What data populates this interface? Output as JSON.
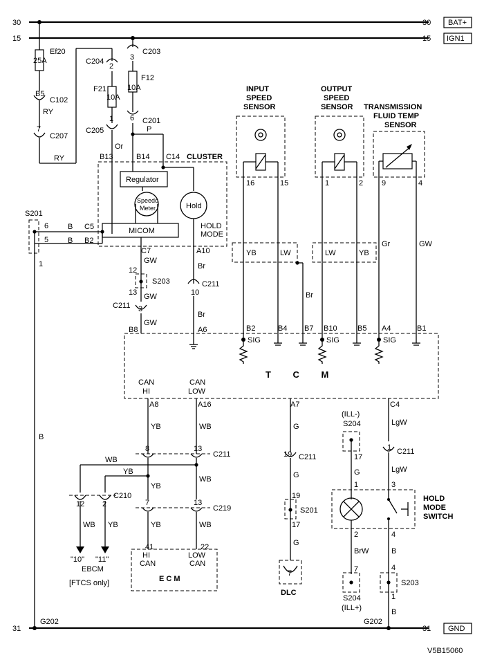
{
  "rails": {
    "bat_num": "30",
    "ign_num": "15",
    "gnd_num": "31",
    "bat_label": "BAT+",
    "ign_label": "IGN1",
    "gnd_label": "GND"
  },
  "fuses": {
    "ef20": "Ef20",
    "ef20_amp": "25A",
    "f12": "F12",
    "f12_amp": "10A",
    "f21": "F21",
    "f21_amp": "10A"
  },
  "connectors": {
    "c203": "C203",
    "c203_pin": "3",
    "c204": "C204",
    "c204_pin": "2",
    "c102": "C102",
    "c102_pin": "B5",
    "c207": "C207",
    "c207_pin": "7",
    "c201": "C201",
    "c201_pin": "6",
    "c205": "C205",
    "c205_pin": "1",
    "s201": "S201",
    "c5": "C5",
    "b2": "B2",
    "pin6": "6",
    "pin5": "5",
    "pin1": "1",
    "c7": "C7",
    "a10": "A10",
    "s203": "S203",
    "s203_p12": "12",
    "s203_p13": "13",
    "c211": "C211",
    "c211_p10": "10",
    "c211_p3": "3",
    "b8": "B8",
    "a6": "A6",
    "b13": "B13",
    "b14": "B14",
    "c14": "C14"
  },
  "wires": {
    "ry1": "RY",
    "ry2": "RY",
    "or": "Or",
    "p": "P",
    "b1": "B",
    "b2": "B",
    "gw1": "GW",
    "gw2": "GW",
    "gw3": "GW",
    "br1": "Br",
    "br2": "Br",
    "yb_tcm": "YB",
    "lw1": "LW",
    "lw2": "LW",
    "yb2": "YB",
    "gr": "Gr",
    "gw_tfs": "GW",
    "br_b7": "Br",
    "b_left": "B"
  },
  "cluster": {
    "title": "CLUSTER",
    "regulator": "Regulator",
    "speedo": "Speedo",
    "meter": "Meter",
    "hold": "Hold",
    "micom": "MICOM",
    "hold_mode1": "HOLD",
    "hold_mode2": "MODE"
  },
  "sensors": {
    "input1": "INPUT",
    "input2": "SPEED",
    "input3": "SENSOR",
    "output1": "OUTPUT",
    "output2": "SPEED",
    "output3": "SENSOR",
    "tft1": "TRANSMISSION",
    "tft2": "FLUID TEMP",
    "tft3": "SENSOR",
    "in_p16": "16",
    "in_p15": "15",
    "out_p1": "1",
    "out_p2": "2",
    "tft_p9": "9",
    "tft_p4": "4"
  },
  "tcm": {
    "title": "T C M",
    "b2": "B2",
    "b4": "B4",
    "b7": "B7",
    "b10": "B10",
    "b5": "B5",
    "a4": "A4",
    "b1": "B1",
    "sig1": "SIG",
    "sig2": "SIG",
    "sig3": "SIG",
    "can_hi1": "CAN",
    "can_hi2": "HI",
    "can_lo1": "CAN",
    "can_lo2": "LOW",
    "a8": "A8",
    "a16": "A16",
    "a7": "A7",
    "c4": "C4"
  },
  "can": {
    "yb1": "YB",
    "wb1": "WB",
    "p8": "8",
    "p13": "13",
    "c211": "C211",
    "wb_h": "WB",
    "yb_h": "YB",
    "yb2": "YB",
    "wb2": "WB",
    "p7": "7",
    "p13b": "13",
    "c219": "C219",
    "c210": "C210",
    "p12": "12",
    "p2": "2",
    "wb3": "WB",
    "yb3": "YB",
    "yb4": "YB",
    "wb4": "WB",
    "ebcm10": "\"10\"",
    "ebcm11": "\"11\"",
    "ebcm": "EBCM",
    "ftcs": "[FTCS only]",
    "p41": "41",
    "p22": "22",
    "hi": "HI",
    "can_a": "CAN",
    "low": "LOW",
    "can_b": "CAN",
    "ecm": "E C M"
  },
  "dlc": {
    "g1": "G",
    "p19": "19",
    "c211": "C211",
    "g2": "G",
    "p19b": "19",
    "s201": "S201",
    "p17": "17",
    "g3": "G",
    "p7": "7",
    "label": "DLC"
  },
  "switch": {
    "ill_minus": "(ILL-)",
    "s204a": "S204",
    "p17": "17",
    "g": "G",
    "p1": "1",
    "p2": "2",
    "brw": "BrW",
    "p7": "7",
    "s204b": "S204",
    "ill_plus": "(ILL+)",
    "lgw1": "LgW",
    "p1b": "1",
    "c211": "C211",
    "lgw2": "LgW",
    "p3": "3",
    "p4": "4",
    "b1": "B",
    "p4b": "4",
    "s203": "S203",
    "p1c": "1",
    "b2": "B",
    "title1": "HOLD",
    "title2": "MODE",
    "title3": "SWITCH"
  },
  "ground": {
    "g202a": "G202",
    "g202b": "G202"
  },
  "code": "V5B15060"
}
